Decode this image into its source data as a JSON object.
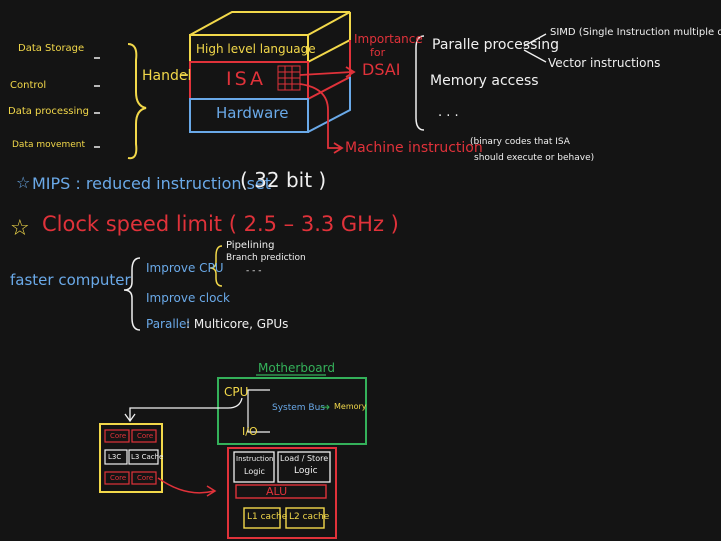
{
  "diagram": {
    "handel_list": [
      "Data Storage",
      "Control",
      "Data processing",
      "Data movement"
    ],
    "handel_label": "Handel",
    "stack": {
      "top": "High level language",
      "middle": "ISA",
      "bottom": "Hardware"
    },
    "importance": {
      "line1": "Importance",
      "line2": "for",
      "line3": "DSAI"
    },
    "importance_items": {
      "parallel": "Paralle processing",
      "memory": "Memory access",
      "more": ". . ."
    },
    "parallel_items": {
      "simd": "SIMD (Single Instruction multiple data)",
      "vector": "Vector instructions"
    },
    "machine": {
      "label": "Machine instruction",
      "note_line1": "(binary codes that ISA",
      "note_line2": "should execute or behave)"
    },
    "mips": {
      "star": "☆",
      "text": "MIPS : reduced instruction set",
      "bits": "( 32 bit )"
    },
    "clock": {
      "star": "☆",
      "text": "Clock speed limit ( 2.5 – 3.3 GHz )"
    },
    "faster": {
      "label": "faster computer",
      "improve_cpu": "Improve CPU",
      "pipelining": "Pipelining",
      "branch": "Branch prediction",
      "dots": "- - -",
      "improve_clock": "Improve clock",
      "parallel": "Parallel",
      "parallel_rest": ": Multicore, GPUs"
    },
    "motherboard": {
      "title": "Motherboard",
      "cpu": "CPU",
      "io": "I/O",
      "bus": "System Bus",
      "arrow": "→",
      "memory": "Memory"
    },
    "chip": {
      "core": "Core",
      "l3": "L3C",
      "l3cache": "L3 Cache"
    },
    "cpu_detail": {
      "instr1": "Instruction",
      "instr2": "Logic",
      "ls1": "Load / Store",
      "ls2": "Logic",
      "alu": "ALU",
      "l1": "L1 cache",
      "l2": "L2 cache"
    }
  }
}
